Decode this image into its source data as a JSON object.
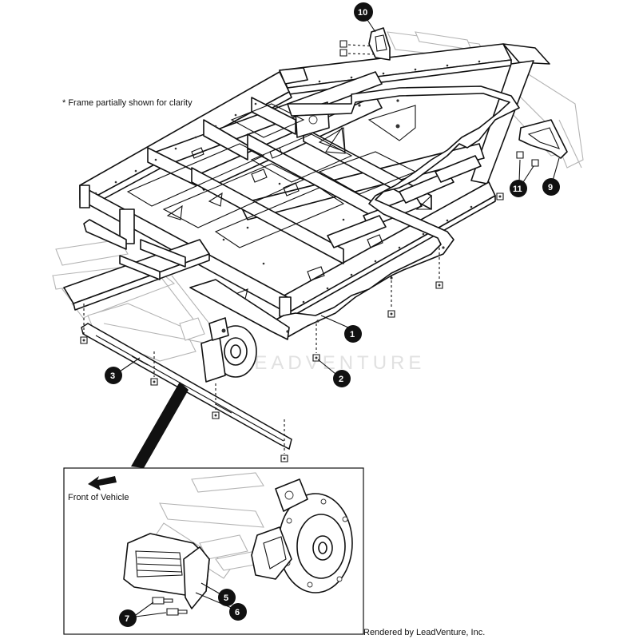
{
  "note": "* Frame partially shown for clarity",
  "inset_label": "Front of Vehicle",
  "watermark": "LEADVENTURE",
  "credit": "Rendered by LeadVenture, Inc.",
  "callouts": {
    "c1": "1",
    "c2": "2",
    "c3": "3",
    "c5": "5",
    "c6": "6",
    "c7": "7",
    "c9": "9",
    "c10": "10",
    "c11": "11"
  }
}
